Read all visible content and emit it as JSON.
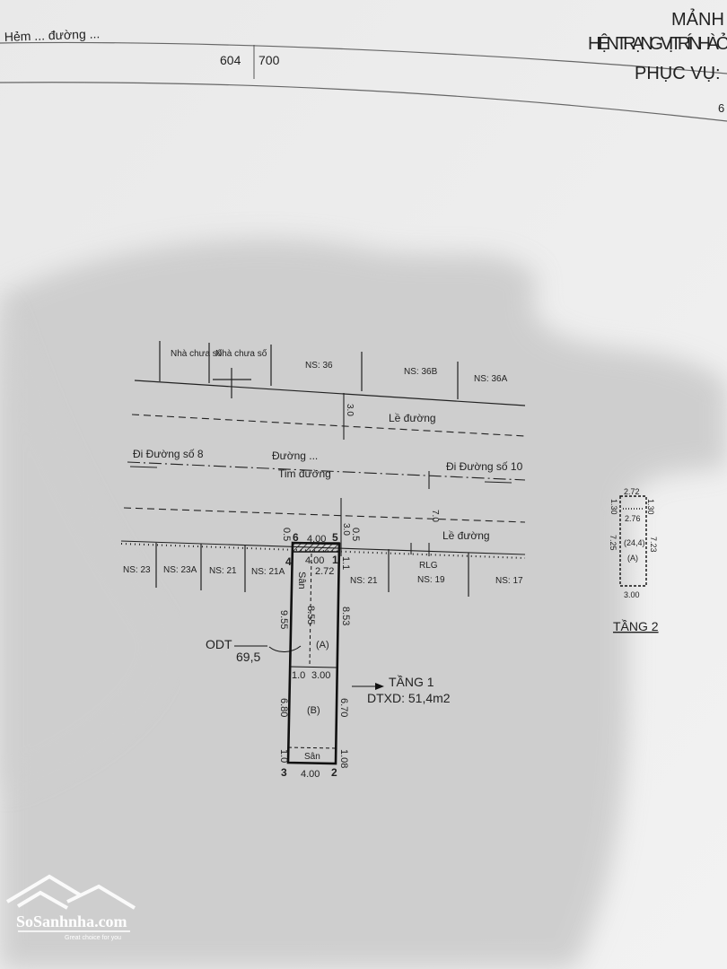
{
  "header": {
    "left_text": "Hẻm ... đường ...",
    "map_numbers": "604",
    "map_numbers_2": "700",
    "title_line1": "MẢNH",
    "title_line2": "HIỆN TRẠNG VỊ TRÍ NHÀ Ở",
    "title_line3": "PHỤC VỤ:",
    "page_corner": "6"
  },
  "plan": {
    "top_lots": [
      "Nhà chưa số",
      "Nhà chưa số",
      "NS: 36",
      "NS: 36B",
      "NS: 36A"
    ],
    "sidewalk_width_top": "3.0",
    "sidewalk_label": "Lề đường",
    "road_left": "Đi Đường số 8",
    "road_right": "Đi Đường số 10",
    "road_name": "Đường ...",
    "road_center": "Tim đường",
    "road_width": "7.0",
    "sidewalk_width_bottom": "3.0",
    "bottom_lots": [
      "NS: 23",
      "NS: 23A",
      "NS: 21",
      "NS: 21A",
      "NS: 21",
      "NS: 19",
      "NS: 17"
    ],
    "rlg": "RLG",
    "points": {
      "p1": "1",
      "p2": "2",
      "p3": "3",
      "p4": "4",
      "p5": "5",
      "p6": "6"
    },
    "dims": {
      "top_front": "4.00",
      "front_inner": "4.00",
      "left_offset": "0.5",
      "right_offset": "0.5",
      "right_11": "1.1",
      "san": "Sân",
      "width_272": "2.72",
      "left_955": "9.55",
      "inner_855": "8.55",
      "right_853": "8.53",
      "mid_10": "1.0",
      "mid_300": "3.00",
      "left_680": "6.80",
      "right_670": "6.70",
      "left_10": "1.0",
      "right_108": "1.08",
      "bottom": "4.00",
      "back_san": "Sân"
    },
    "zone_a": "(A)",
    "zone_b": "(B)",
    "land_type": "ODT",
    "land_area": "69,5",
    "floor1_title": "TẦNG 1",
    "floor1_area": "DTXD: 51,4m2"
  },
  "floor2": {
    "top": "2.72",
    "left_top": "1.30",
    "right_top": "1.30",
    "inner": "2.76",
    "area": "(24,4)",
    "zone": "(A)",
    "left": "7.25",
    "right": "7.23",
    "bottom": "3.00",
    "title": "TẦNG 2"
  },
  "watermark": {
    "brand": "SoSanhnha.com",
    "tagline": "Great choice for you"
  }
}
